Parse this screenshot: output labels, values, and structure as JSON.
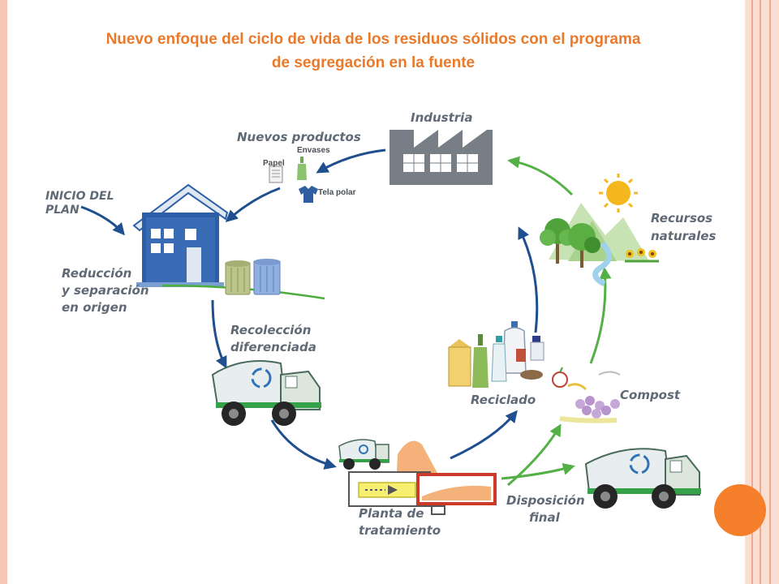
{
  "title": {
    "line1": "Nuevo enfoque  del ciclo de vida de los residuos sólidos con el programa",
    "line2": "de segregación en la fuente"
  },
  "labels": {
    "inicio": [
      "INICIO DEL",
      "PLAN"
    ],
    "nuevos_productos": "Nuevos productos",
    "envases": "Envases",
    "papel": "Papel",
    "tela_polar": "Tela polar",
    "industria": "Industria",
    "recursos_naturales": [
      "Recursos",
      "naturales"
    ],
    "reduccion": [
      "Reducción",
      "y separación",
      "en origen"
    ],
    "recoleccion": [
      "Recolección",
      "diferenciada"
    ],
    "reciclado": "Reciclado",
    "compost": "Compost",
    "planta": [
      "Planta de",
      "tratamiento"
    ],
    "disposicion": [
      "Disposición",
      "final"
    ]
  },
  "colors": {
    "title": "#ea7a2a",
    "blue_arrow": "#1f4f8f",
    "green_arrow": "#55b047",
    "label_gray": "#606a76",
    "accent": "#f57f2b",
    "frame": "#f6c7b4"
  },
  "icons": [
    "house-icon",
    "factory-icon",
    "truck-icon",
    "recycle-icon",
    "sun-icon",
    "tree-icon",
    "bottle-icon",
    "shirt-icon",
    "paper-icon",
    "trash-bin-icon",
    "compost-icon",
    "plant-icon"
  ]
}
